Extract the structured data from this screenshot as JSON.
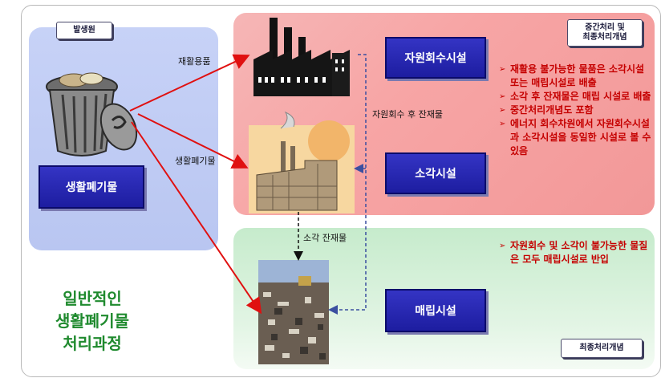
{
  "left": {
    "tag": "발생원",
    "waste_box": "생활폐기물"
  },
  "red_panel": {
    "tag_line1": "중간처리 및",
    "tag_line2": "최종처리개념",
    "recycling_box": "자원회수시설",
    "incineration_box": "소각시설",
    "bullets": [
      "재활용 불가능한 물품은 소각시설 또는 매립시설로 배출",
      "소각 후 잔재물은 매립 시설로 배출",
      "중간처리개념도 포함",
      "에너지 회수차원에서 자원회수시설과 소각시설을 동일한 시설로 볼 수 있음"
    ]
  },
  "green_panel": {
    "tag": "최종처리개념",
    "landfill_box": "매립시설",
    "bullets": [
      "자원회수 및 소각이 불가능한 물질은 모두 매립시설로 반입"
    ]
  },
  "flow_labels": {
    "recyclables": "재활용품",
    "household_waste": "생활폐기물",
    "residue_after_recovery": "자원회수 후 잔재물",
    "incineration_residue": "소각 잔재물"
  },
  "title": {
    "line1": "일반적인",
    "line2": "생활폐기물",
    "line3": "처리과정"
  },
  "colors": {
    "arrow": "#e01010",
    "dashed_arrow": "#3b4fa0",
    "box": "#2a2ab8",
    "title": "#1f8a2e",
    "bullet_text": "#c50000"
  }
}
